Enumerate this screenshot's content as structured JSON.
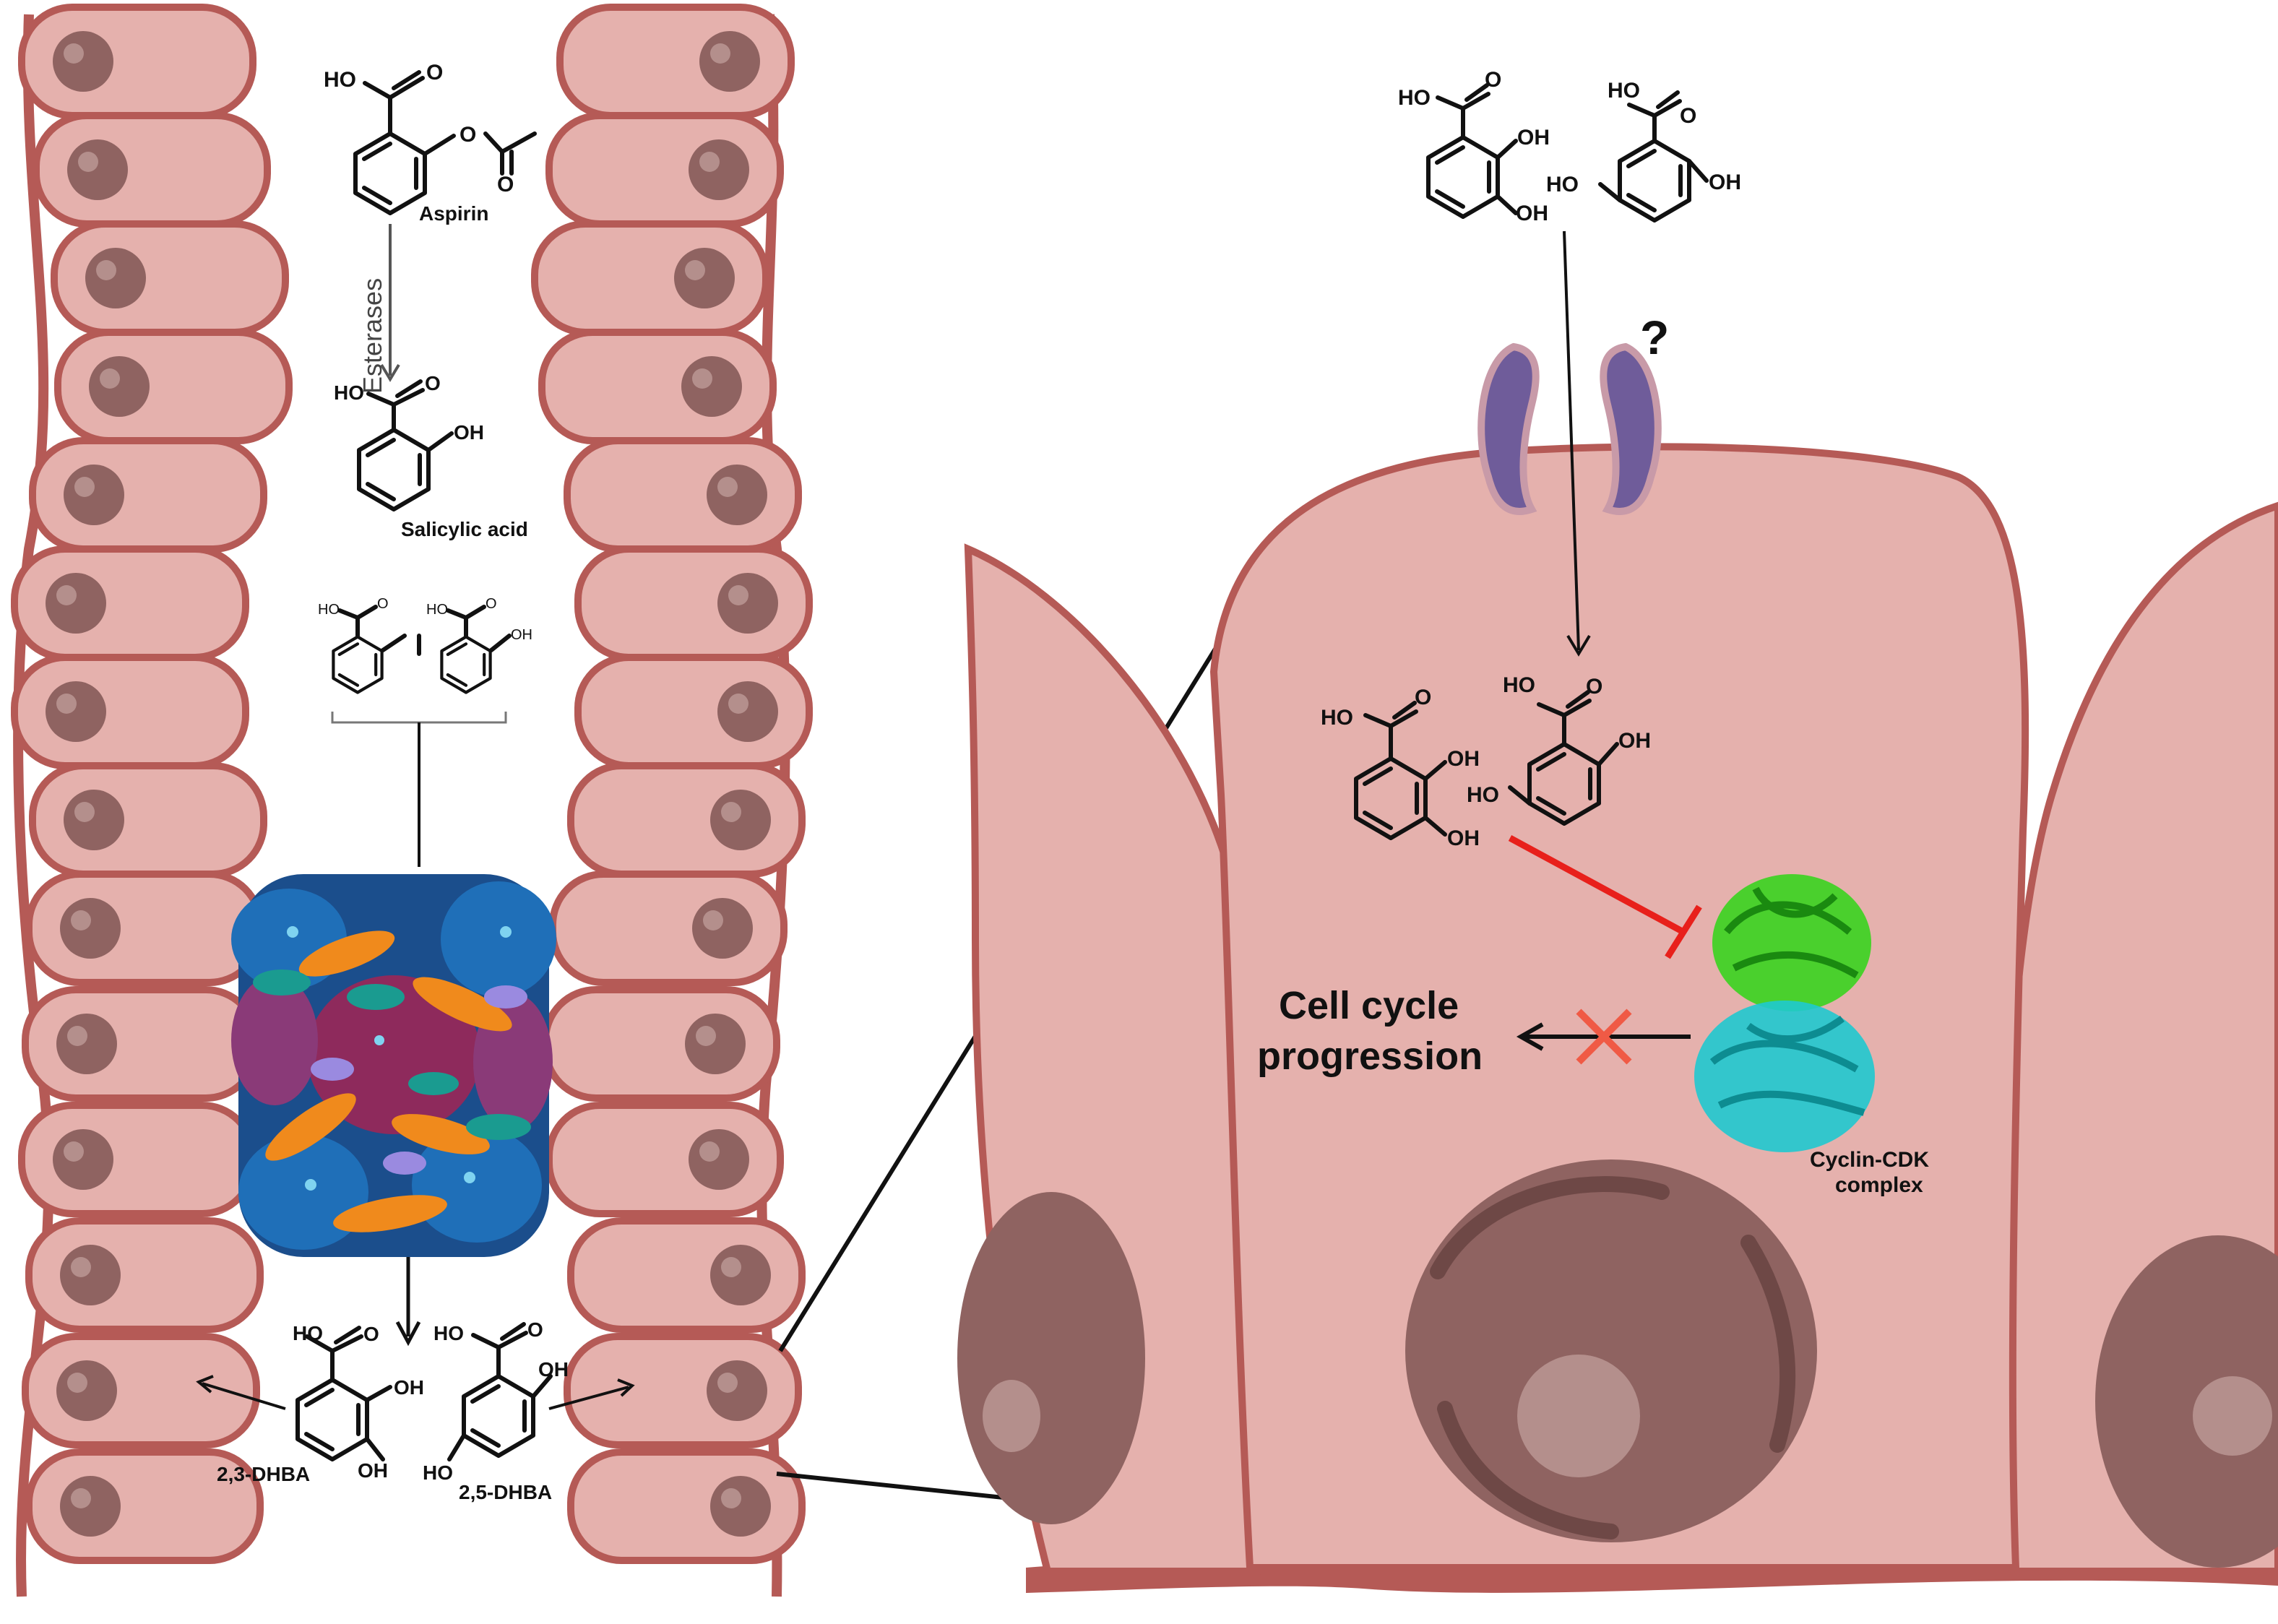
{
  "colors": {
    "cell_fill": "#e5b1ad",
    "cell_border": "#b55a56",
    "nucleus": "#966461",
    "receptor": "#6f5c9a",
    "inhibition": "#e8201b",
    "cyclin_green": "#39d41f",
    "cdk_cyan": "#1fc9cf"
  },
  "labels": {
    "aspirin": "Aspirin",
    "esterases": "Esterases",
    "salicylic_acid": "Salicylic acid",
    "dhba23": "2,3-DHBA",
    "dhba25": "2,5-DHBA",
    "question": "?",
    "cell_cycle_line1": "Cell cycle",
    "cell_cycle_line2": "progression",
    "cyclin_line1": "Cyclin-CDK",
    "cyclin_line2": "complex"
  },
  "chem": {
    "ho": "HO",
    "oh": "OH",
    "o": "O"
  },
  "icons": [
    "receptor-icon",
    "inhibition-arrow-icon",
    "blocked-cross-icon",
    "protein-complex-icon",
    "microbiota-cluster-icon"
  ]
}
